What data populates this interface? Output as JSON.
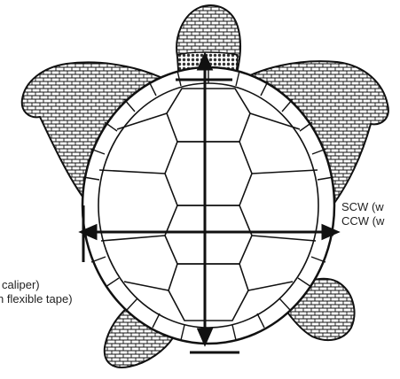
{
  "labels": {
    "scw": "SCW (w",
    "ccw": "CCW (w",
    "caliper": "caliper)",
    "tape": "n flexible tape)"
  },
  "colors": {
    "ink": "#111111",
    "background": "#ffffff",
    "shell_fill": "#ffffff",
    "neck_pattern": "#444444"
  }
}
